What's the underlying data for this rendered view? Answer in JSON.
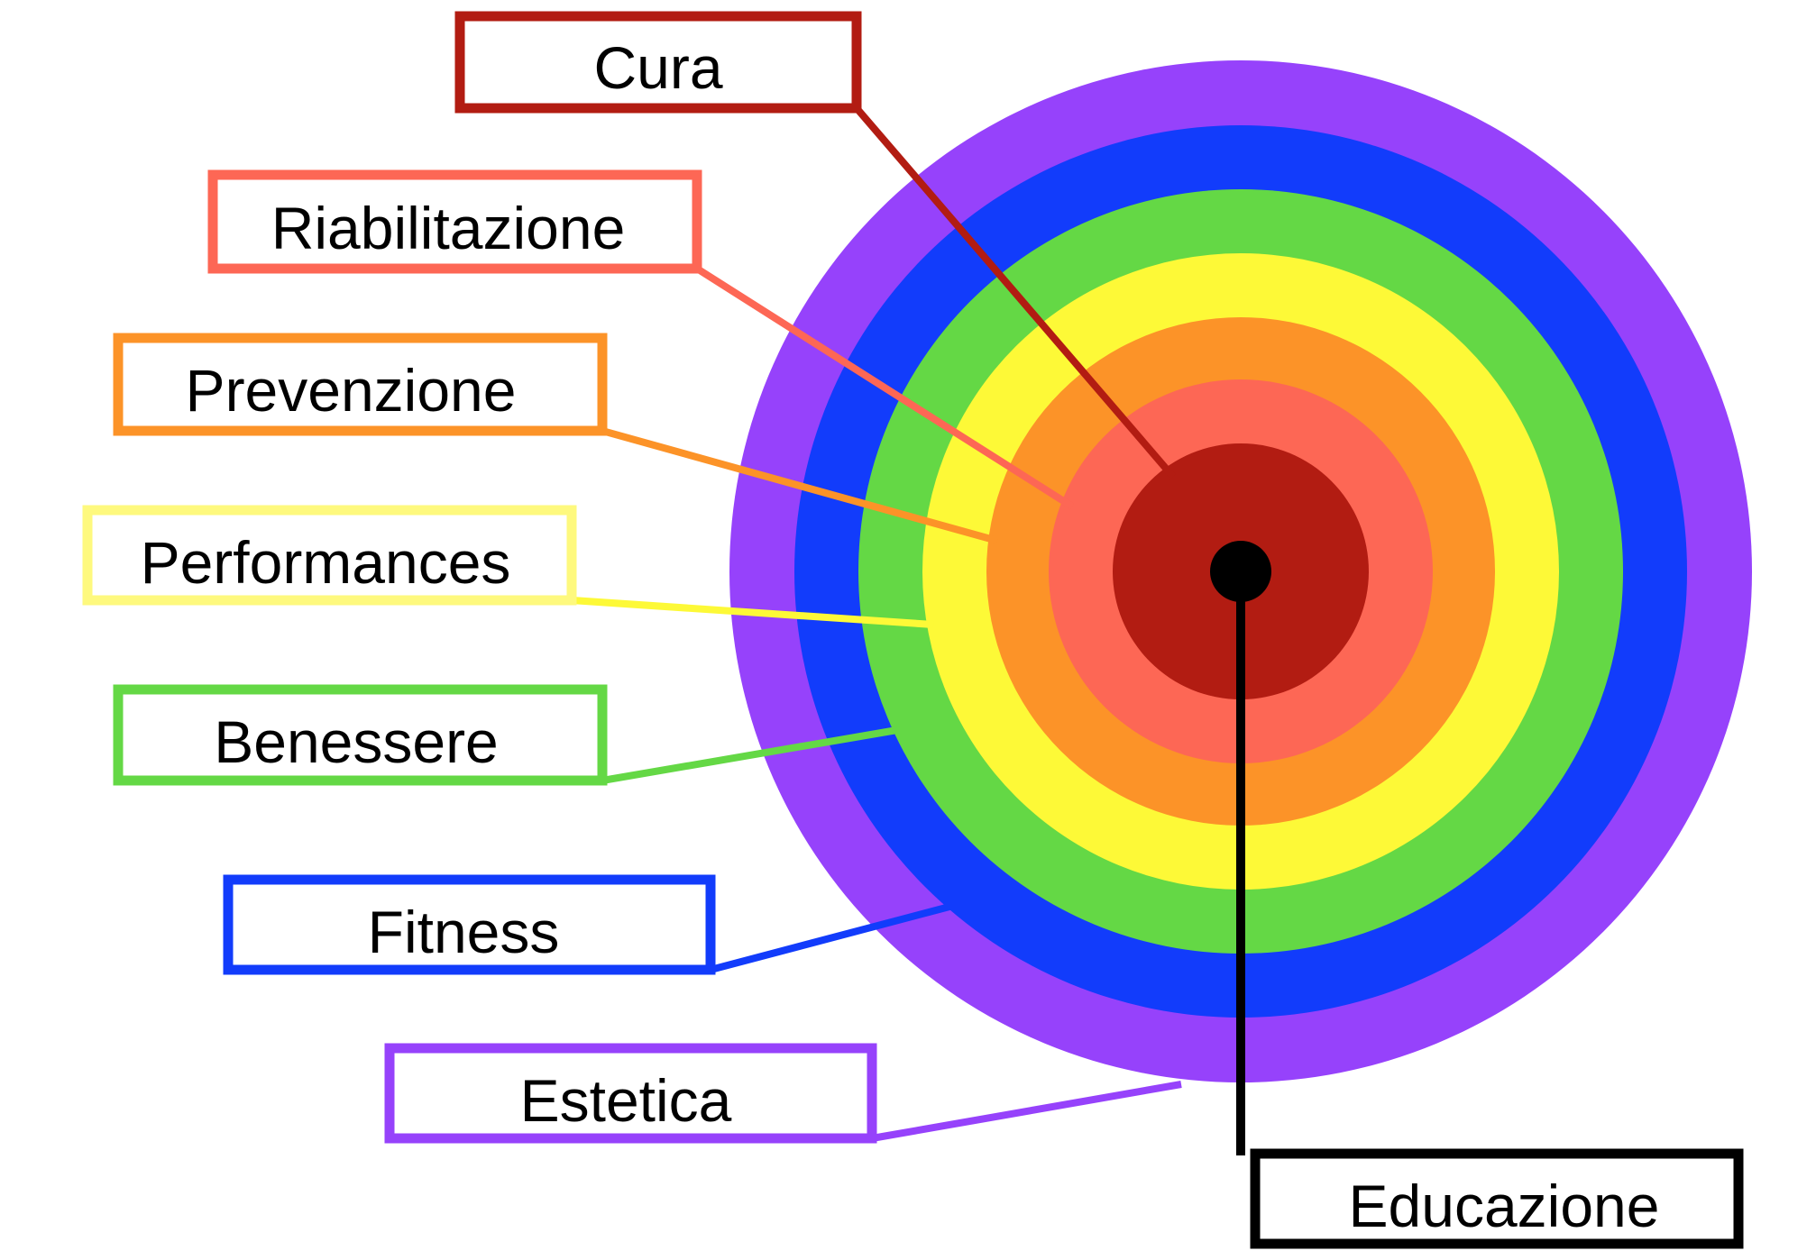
{
  "diagram": {
    "title": "",
    "rings": [
      {
        "id": "estetica",
        "label": "Estetica",
        "color": "#9642FB"
      },
      {
        "id": "fitness",
        "label": "Fitness",
        "color": "#123CFB"
      },
      {
        "id": "benessere",
        "label": "Benessere",
        "color": "#64D845"
      },
      {
        "id": "performances",
        "label": "Performances",
        "color": "#FDF937"
      },
      {
        "id": "prevenzione",
        "label": "Prevenzione",
        "color": "#FC9328"
      },
      {
        "id": "riabilitazione",
        "label": "Riabilitazione",
        "color": "#FD6755"
      },
      {
        "id": "cura",
        "label": "Cura",
        "color": "#B21C12"
      }
    ],
    "center": {
      "id": "educazione",
      "label": "Educazione",
      "color": "#000000"
    },
    "label_box_colors": {
      "cura": "#B21C12",
      "riabilitazione": "#FD6755",
      "prevenzione": "#FC9328",
      "performances": "#FEF97E",
      "benessere": "#64D845",
      "fitness": "#123CFB",
      "estetica": "#9642FB",
      "educazione": "#000000"
    },
    "leader_line_colors": {
      "cura": "#B21C12",
      "riabilitazione": "#FD6755",
      "prevenzione": "#FC9328",
      "performances": "#FDF937",
      "benessere": "#64D845",
      "fitness": "#123CFB",
      "estetica": "#9642FB",
      "educazione": "#000000"
    }
  }
}
